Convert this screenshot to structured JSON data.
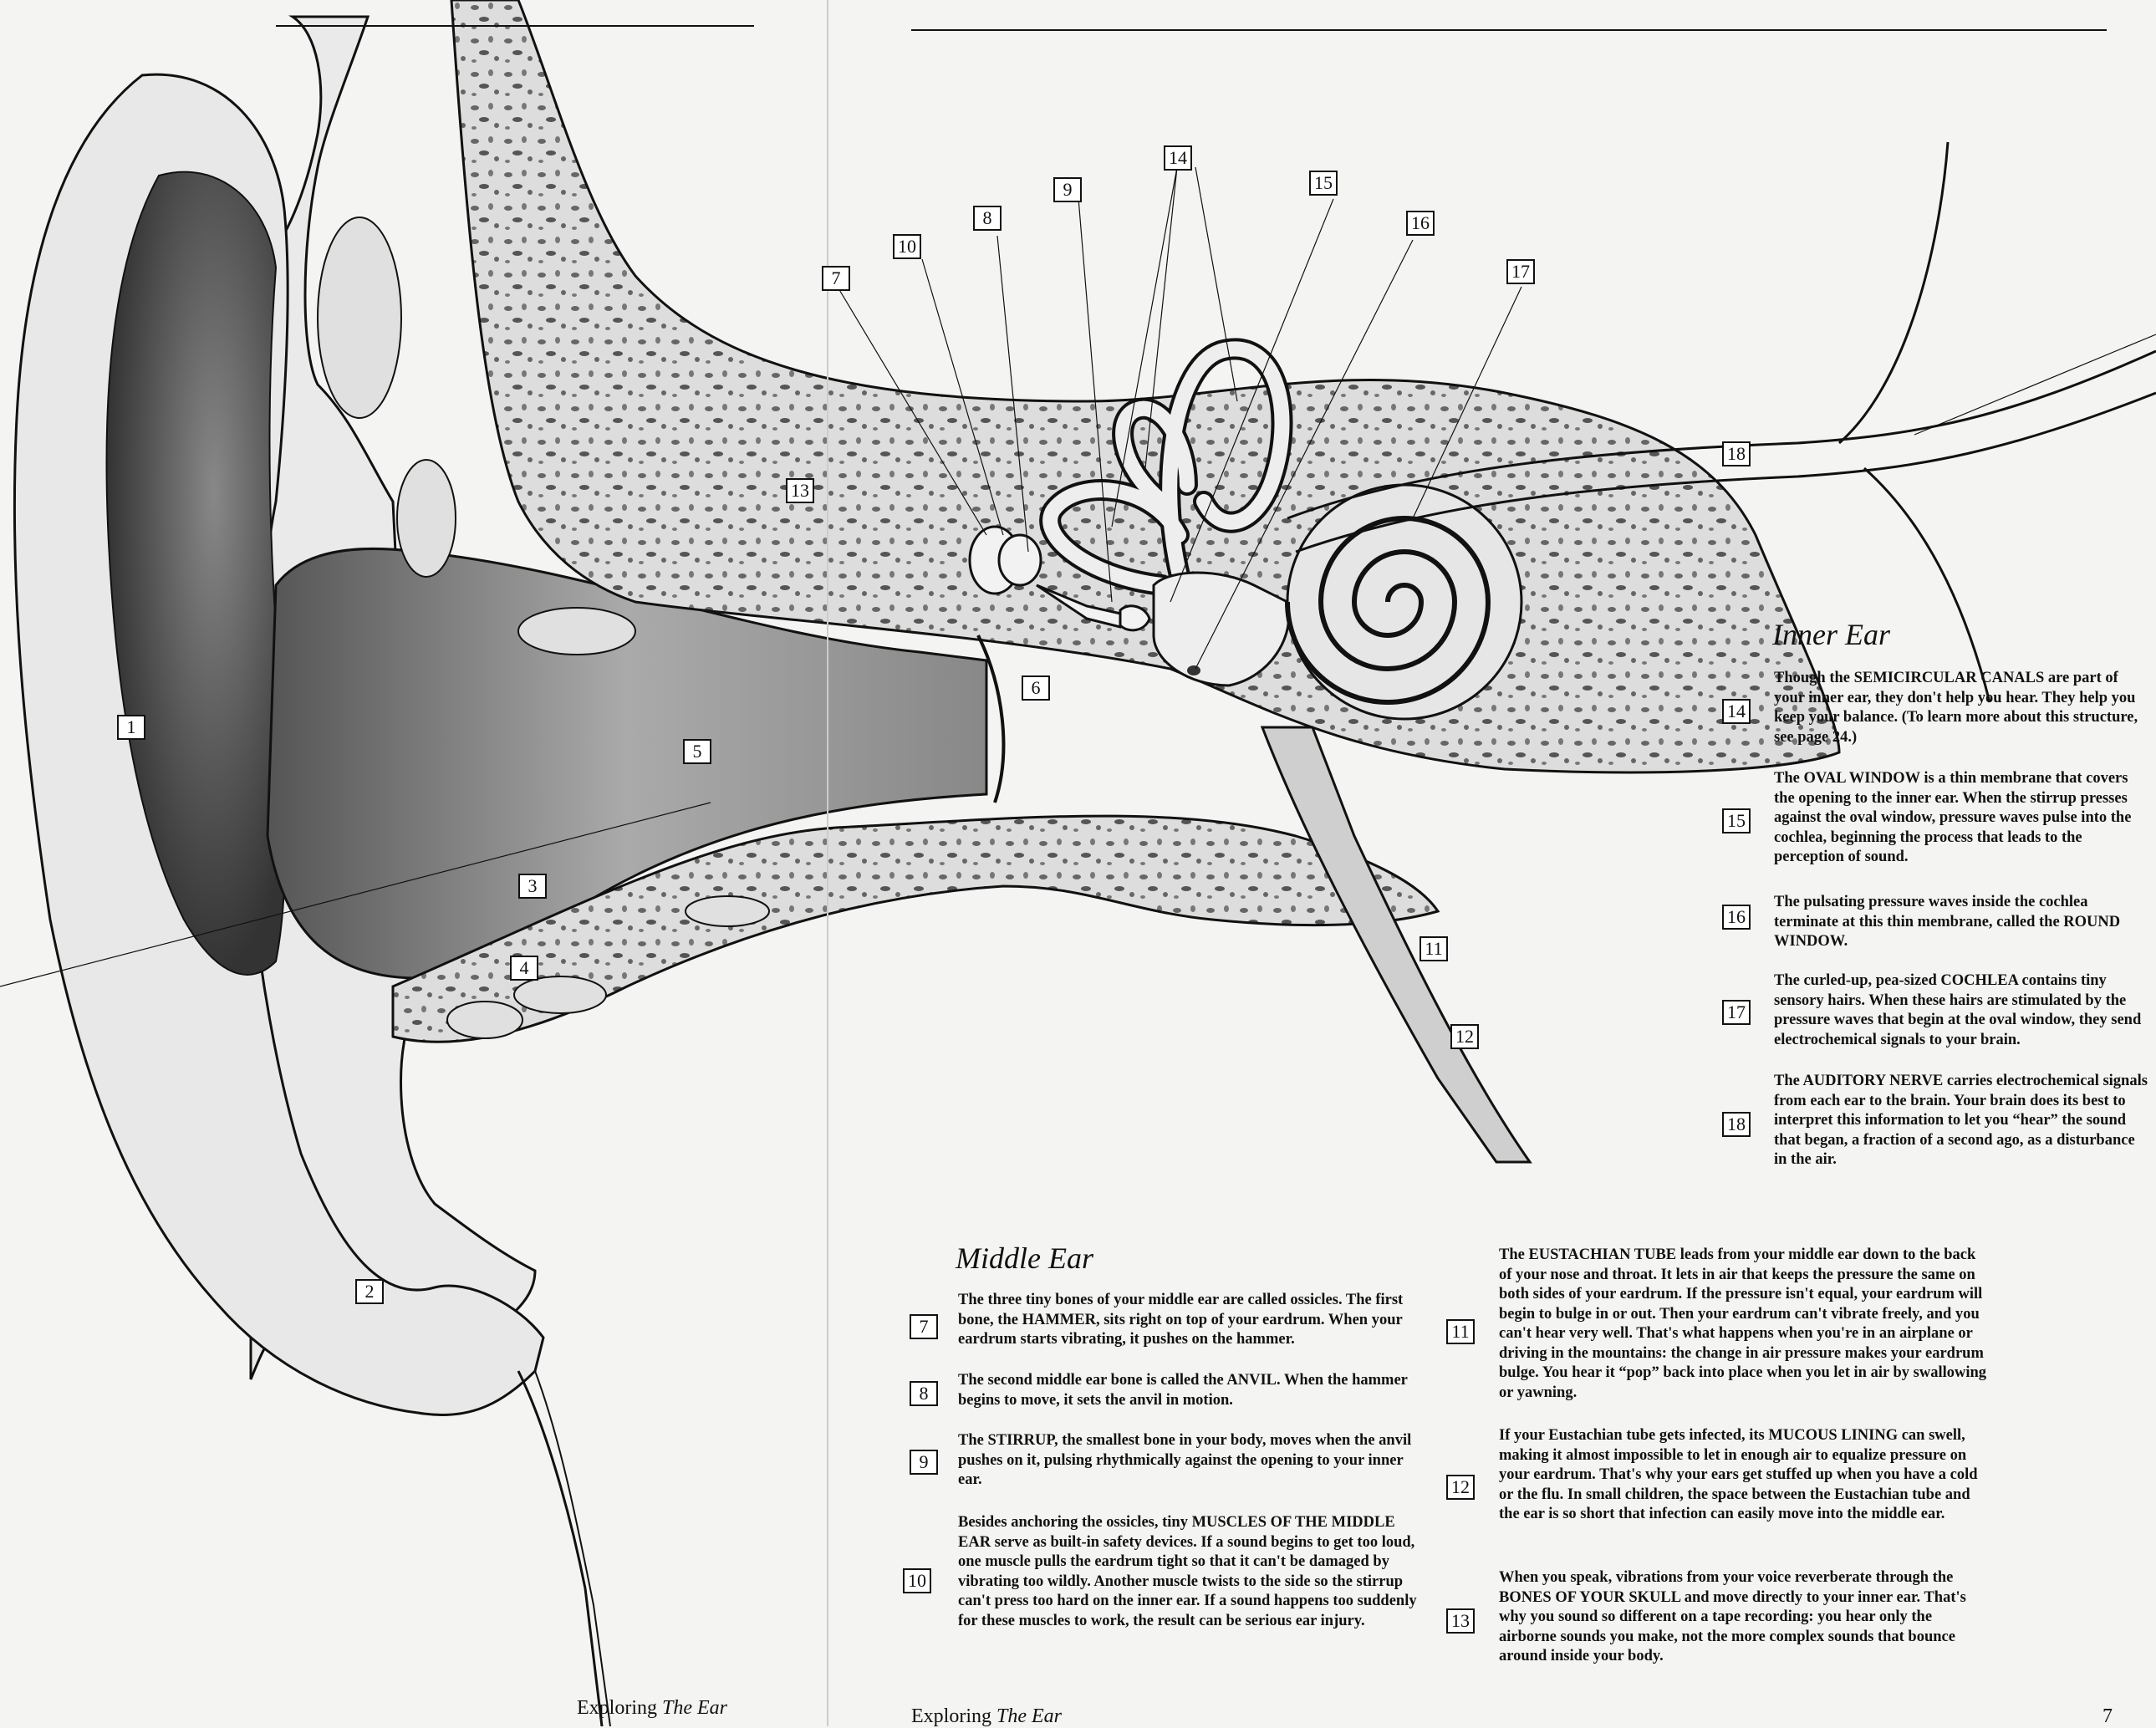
{
  "footer": {
    "left_prefix": "Exploring",
    "left_title": "The Ear",
    "right_prefix": "Exploring",
    "right_title": "The Ear",
    "page_number": "7"
  },
  "diagram_labels": [
    "1",
    "2",
    "3",
    "4",
    "5",
    "6",
    "7",
    "8",
    "9",
    "10",
    "11",
    "12",
    "13",
    "14",
    "15",
    "16",
    "17",
    "18"
  ],
  "inner_ear": {
    "title": "Inner Ear",
    "items": [
      {
        "num": "14",
        "text": "Though the SEMICIRCULAR CANALS are part of your inner ear, they don't help you hear. They help you keep your balance. (To learn more about this structure, see page 24.)"
      },
      {
        "num": "15",
        "text": "The OVAL WINDOW is a thin membrane that covers the opening to the inner ear. When the stirrup presses against the oval window, pressure waves pulse into the cochlea, beginning the process that leads to the perception of sound."
      },
      {
        "num": "16",
        "text": "The pulsating pressure waves inside the cochlea terminate at this thin membrane, called the ROUND WINDOW."
      },
      {
        "num": "17",
        "text": "The curled-up, pea-sized COCHLEA contains tiny sensory hairs. When these hairs are stimulated by the pressure waves that begin at the oval window, they send electrochemical signals to your brain."
      },
      {
        "num": "18",
        "text": "The AUDITORY NERVE carries electrochemical signals from each ear to the brain. Your brain does its best to interpret this information to let you “hear” the sound that began, a fraction of a second ago, as a disturbance in the air."
      }
    ]
  },
  "middle_ear": {
    "title": "Middle Ear",
    "items": [
      {
        "num": "7",
        "text": "The three tiny bones of your middle ear are called ossicles. The first bone, the HAMMER, sits right on top of your eardrum. When your eardrum starts vibrating, it pushes on the hammer."
      },
      {
        "num": "8",
        "text": "The second middle ear bone is called the ANVIL. When the hammer begins to move, it sets the anvil in motion."
      },
      {
        "num": "9",
        "text": "The STIRRUP, the smallest bone in your body, moves when the anvil pushes on it, pulsing rhythmically against the opening to your inner ear."
      },
      {
        "num": "10",
        "text": "Besides anchoring the ossicles, tiny MUSCLES OF THE MIDDLE EAR serve as built-in safety devices. If a sound begins to get too loud, one muscle pulls the eardrum tight so that it can't be damaged by vibrating too wildly. Another muscle twists to the side so the stirrup can't press too hard on the inner ear. If a sound happens too suddenly for these muscles to work, the result can be serious ear injury."
      }
    ]
  },
  "right_column": {
    "items": [
      {
        "num": "11",
        "text": "The EUSTACHIAN TUBE leads from your middle ear down to the back of your nose and throat. It lets in air that keeps the pressure the same on both sides of your eardrum. If the pressure isn't equal, your eardrum will begin to bulge in or out. Then your eardrum can't vibrate freely, and you can't hear very well. That's what happens when you're in an airplane or driving in the mountains: the change in air pressure makes your eardrum bulge. You hear it “pop” back into place when you let in air by swallowing or yawning."
      },
      {
        "num": "12",
        "text": "If your Eustachian tube gets infected, its MUCOUS LINING can swell, making it almost impossible to let in enough air to equalize pressure on your eardrum. That's why your ears get stuffed up when you have a cold or the flu. In small children, the space between the Eustachian tube and the ear is so short that infection can easily move into the middle ear."
      },
      {
        "num": "13",
        "text": "When you speak, vibrations from your voice reverberate through the BONES OF YOUR SKULL and move directly to your inner ear. That's why you sound so different on a tape recording: you hear only the airborne sounds you make, not the more complex sounds that bounce around inside your body."
      }
    ]
  }
}
